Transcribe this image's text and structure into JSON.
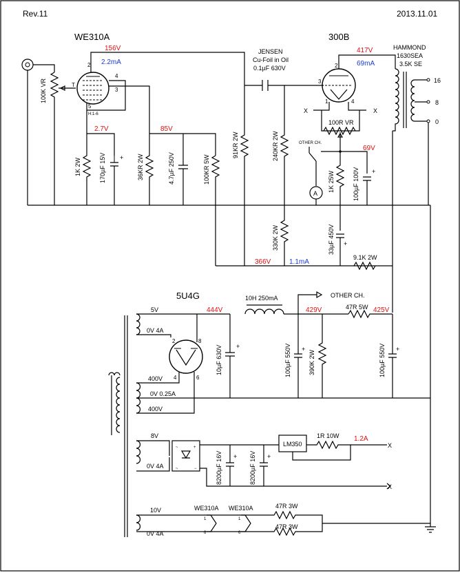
{
  "header": {
    "revision": "Rev.11",
    "date": "2013.11.01"
  },
  "colors": {
    "voltage": "#e01010",
    "current": "#1a3bd4",
    "wire": "#000000"
  },
  "tubes": {
    "driver": "WE310A",
    "output": "300B",
    "rectifier": "5U4G"
  },
  "coupling_cap": {
    "brand": "JENSEN",
    "type": "Cu-Foil in Oil",
    "value": "0.1µF 630V"
  },
  "transformer": {
    "brand": "HAMMOND",
    "model": "1630SEA",
    "spec": "3.5K SE",
    "taps": [
      "16",
      "8",
      "0"
    ]
  },
  "components": {
    "vr_input": "100K VR",
    "r_cathode1": "1K 2W",
    "c_cathode1": "170µF 15V",
    "r_screen": "36KR 2W",
    "c_screen": "4.7µF 250V",
    "r_screen2": "100KR 5W",
    "r_plate1": "91KR 2W",
    "r_grid2": "240KR 2W",
    "r_div": "330K 2W",
    "vr_hum": "100R VR",
    "r_cathode2": "1K 25W",
    "c_cathode2": "100µF 100V",
    "c_filter1": "33µF 450V",
    "r_drop": "9.1K 2W",
    "choke": "10H 250mA",
    "r_series": "47R 5W",
    "c_rect": "10µF 630V",
    "c_filter2": "100µF 550V",
    "r_bleed": "390K 2W",
    "c_filter3": "100µF 550V",
    "c_dc1": "8200µF 16V",
    "c_dc2": "8200µF 16V",
    "regulator": "LM350",
    "r_reg": "1R 10W",
    "r_heat1": "47R 3W",
    "r_heat2": "47R 3W"
  },
  "voltages": {
    "v156": "156V",
    "v2_7": "2.7V",
    "v85": "85V",
    "v417": "417V",
    "v69": "69V",
    "v366": "366V",
    "v444": "444V",
    "v429": "429V",
    "v425": "425V"
  },
  "currents": {
    "i2_2": "2.2mA",
    "i69": "69mA",
    "i1_1": "1.1mA",
    "i1_2": "1.2A"
  },
  "pins": {
    "p2": "2",
    "p3": "3",
    "p4": "4",
    "p5": "5",
    "p1": "1",
    "p6": "6",
    "p8": "8",
    "t": "T",
    "h16": "H:1-6",
    "x": "X",
    "a": "A"
  },
  "other_ch": "OTHER CH.",
  "other_ch2": "OTHER CH.",
  "windings": {
    "w5v": "5V",
    "w0v4a": "0V 4A",
    "w400v_a": "400V",
    "w0v025a": "0V 0.25A",
    "w400v_b": "400V",
    "w8v": "8V",
    "w0v4a_b": "0V 4A",
    "w10v": "10V",
    "w0v4a_c": "0V 4A"
  },
  "heater_labels": {
    "h1": "WE310A",
    "h2": "WE310A"
  }
}
